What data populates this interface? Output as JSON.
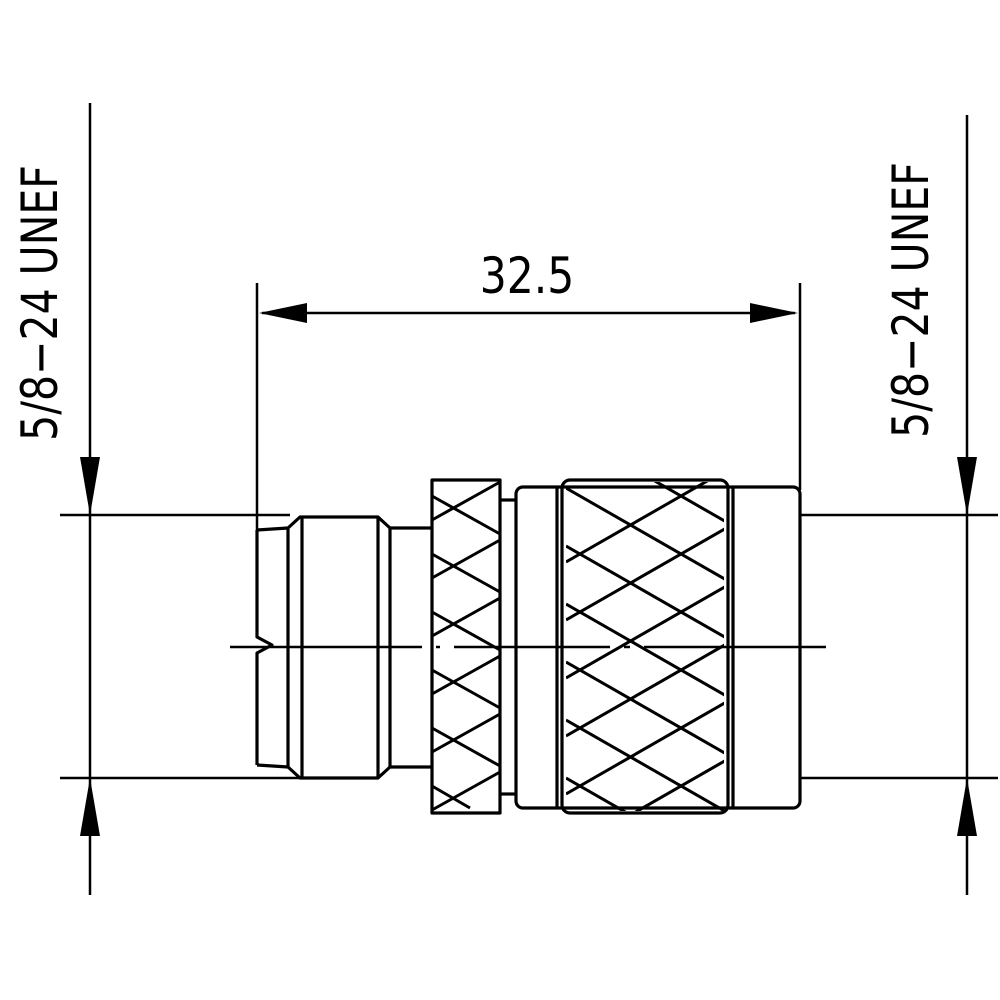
{
  "drawing": {
    "type": "technical connector outline drawing",
    "colors": {
      "line": "#000000",
      "background": "#ffffff"
    },
    "dimensions": {
      "overall_length": {
        "value": "32.5",
        "units_implied": "mm"
      },
      "left_thread": {
        "label": "5/8−24 UNEF"
      },
      "right_thread": {
        "label": "5/8−24 UNEF"
      }
    },
    "components": [
      {
        "name": "left-threaded-end",
        "feature": "chamfered threaded spigot"
      },
      {
        "name": "knurled-nut",
        "feature": "diamond knurl"
      },
      {
        "name": "knurled-body",
        "feature": "diamond knurl"
      },
      {
        "name": "right-end-body",
        "feature": "rounded cylindrical shell"
      }
    ],
    "centerline": {
      "style": "dash-dot"
    }
  }
}
